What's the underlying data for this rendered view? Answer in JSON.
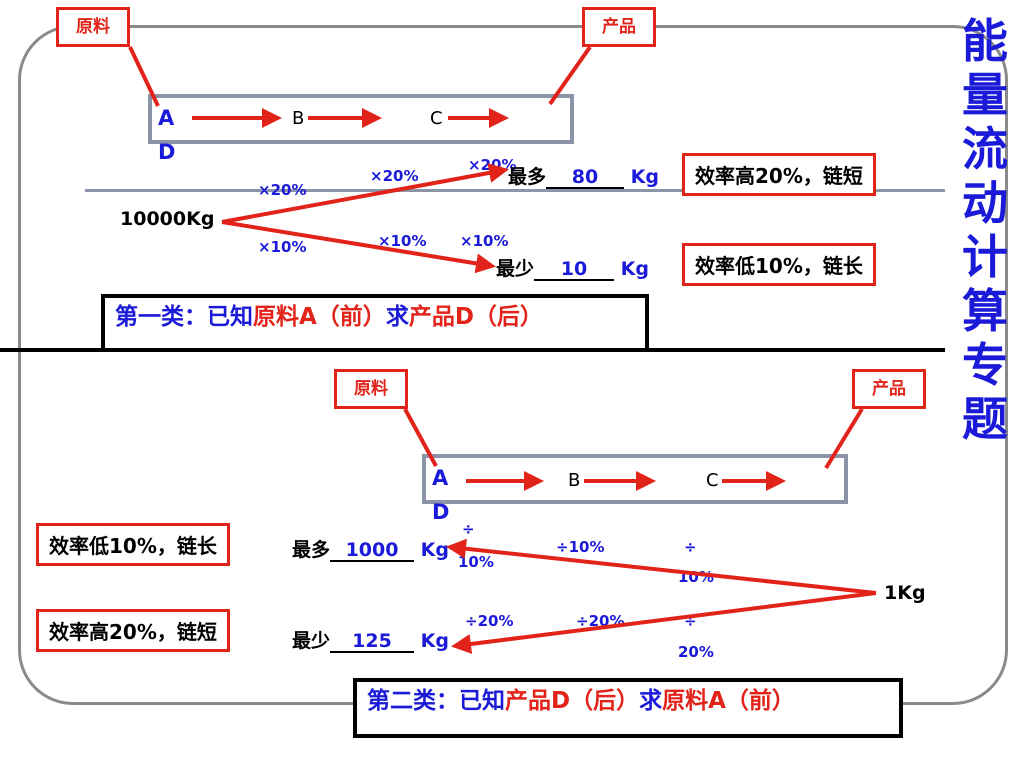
{
  "title_chars": [
    "能",
    "量",
    "流",
    "动",
    "计",
    "算",
    "专",
    "题"
  ],
  "labels": {
    "raw": "原料",
    "product": "产品"
  },
  "chain": {
    "a": "A",
    "d": "D",
    "b": "B",
    "c": "C"
  },
  "top": {
    "source": "10000Kg",
    "pct_up": [
      "×20%",
      "×20%",
      "×20%"
    ],
    "pct_down": [
      "×10%",
      "×10%",
      "×10%"
    ],
    "max_label": "最多",
    "max_value": "80",
    "max_unit": "Kg",
    "min_label": "最少",
    "min_value": "10",
    "min_unit": "Kg",
    "eff_high": "效率高20%，链短",
    "eff_low": "效率低10%，链长",
    "cat_p1": "第一类：已知",
    "cat_p2": "原料A（前）",
    "cat_p3": "求",
    "cat_p4": "产品D（后）"
  },
  "bottom": {
    "source": "1Kg",
    "div_10": [
      "÷",
      "10%",
      "÷10%",
      "÷",
      "10%"
    ],
    "div_20": [
      "÷20%",
      "÷20%",
      "÷",
      "20%"
    ],
    "max_label": "最多",
    "max_value": "1000",
    "max_unit": "Kg",
    "min_label": "最少",
    "min_value": "125",
    "min_unit": "Kg",
    "eff_low": "效率低10%，链长",
    "eff_high": "效率高20%，链短",
    "cat_p1": "第二类：已知",
    "cat_p2": "产品D（后）",
    "cat_p3": "求",
    "cat_p4": "原料A（前）"
  },
  "colors": {
    "accent_red": "#e2231a",
    "accent_blue": "#1a1ad8",
    "frame_gray": "#8a8a8a"
  }
}
